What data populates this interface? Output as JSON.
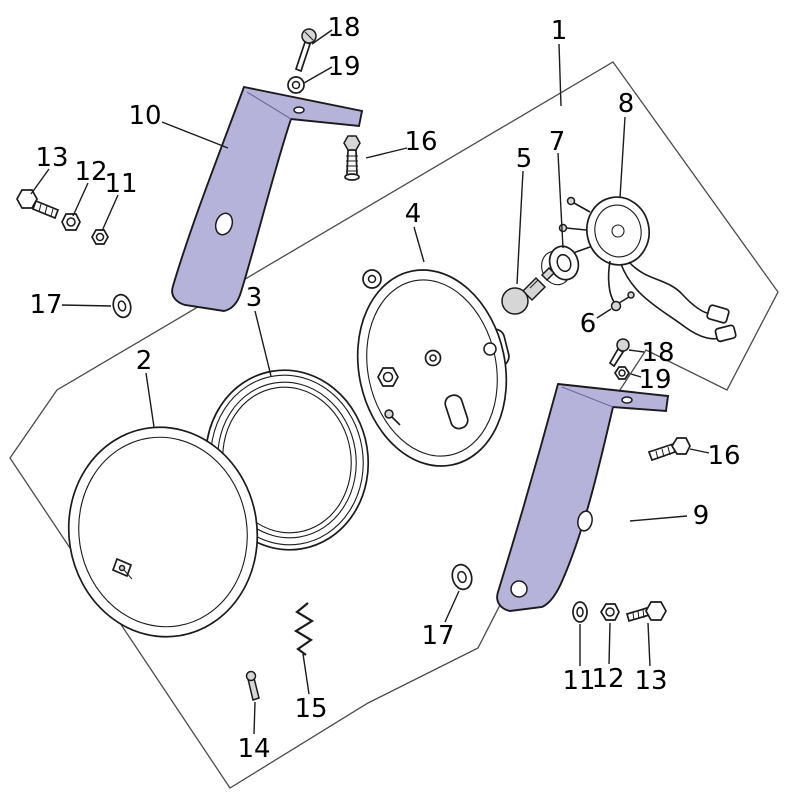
{
  "colors": {
    "line_color": "#1b1b1b",
    "outline_color": "#4a4a4a",
    "bracket_fill": "#b6b3da",
    "bracket_shade": "#6f6b9e",
    "dark_fill": "#d6d6d6"
  },
  "callouts": {
    "c1": "1",
    "c2": "2",
    "c3": "3",
    "c4": "4",
    "c5": "5",
    "c6": "6",
    "c7": "7",
    "c8": "8",
    "c9": "9",
    "c10": "10",
    "c11a": "11",
    "c12a": "12",
    "c13a": "13",
    "c14": "14",
    "c15": "15",
    "c16a": "16",
    "c16b": "16",
    "c17a": "17",
    "c17b": "17",
    "c18a": "18",
    "c18b": "18",
    "c19a": "19",
    "c19b": "19",
    "c11b": "11",
    "c12b": "12",
    "c13b": "13"
  }
}
